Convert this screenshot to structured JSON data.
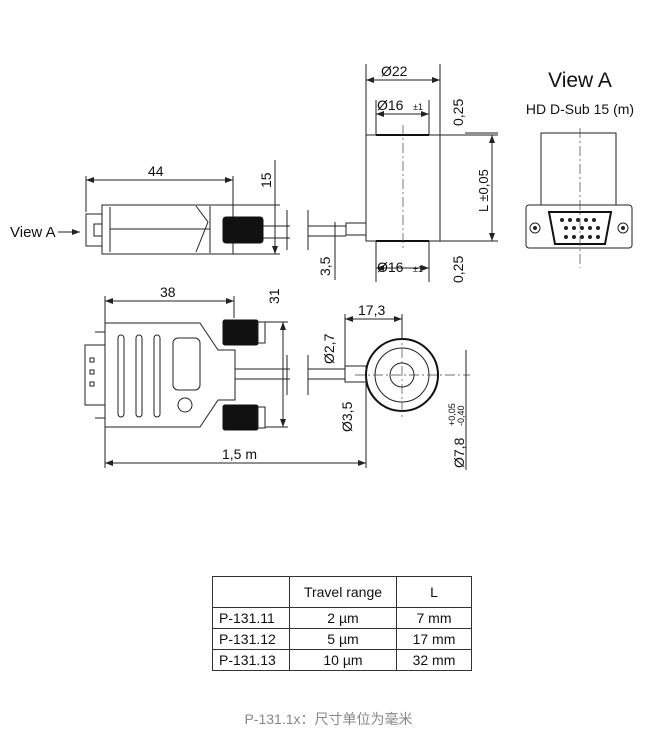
{
  "side_view": {
    "view_a_label": "View A",
    "dim_length": "44",
    "dim_height": "15",
    "dim_cable": "3,5"
  },
  "actuator_view": {
    "dim_outer": "Ø22",
    "dim_end_top": "Ø16",
    "dim_end_top_tol": "±1",
    "dim_end_bottom": "Ø16",
    "dim_end_bottom_tol": "±1",
    "dim_gap_top": "0,25",
    "dim_gap_bottom": "0,25",
    "dim_length": "L ±0,05"
  },
  "view_a": {
    "title": "View A",
    "subtitle": "HD D-Sub 15 (m)"
  },
  "top_view": {
    "dim_length": "38",
    "dim_height": "31",
    "dim_cable_length": "1,5 m",
    "dim_offset": "17,3",
    "dim_cable_dia": "Ø2,7",
    "dim_tube_dia": "Ø3,5",
    "dim_bore": "Ø7,8",
    "dim_bore_tol_plus": "+0,05",
    "dim_bore_tol_minus": "-0,40"
  },
  "table": {
    "headers": [
      "",
      "Travel range",
      "L"
    ],
    "rows": [
      [
        "P-131.11",
        "2 µm",
        "7 mm"
      ],
      [
        "P-131.12",
        "5 µm",
        "17 mm"
      ],
      [
        "P-131.13",
        "10 µm",
        "32 mm"
      ]
    ]
  },
  "caption": "P-131.1x：尺寸单位为毫米"
}
